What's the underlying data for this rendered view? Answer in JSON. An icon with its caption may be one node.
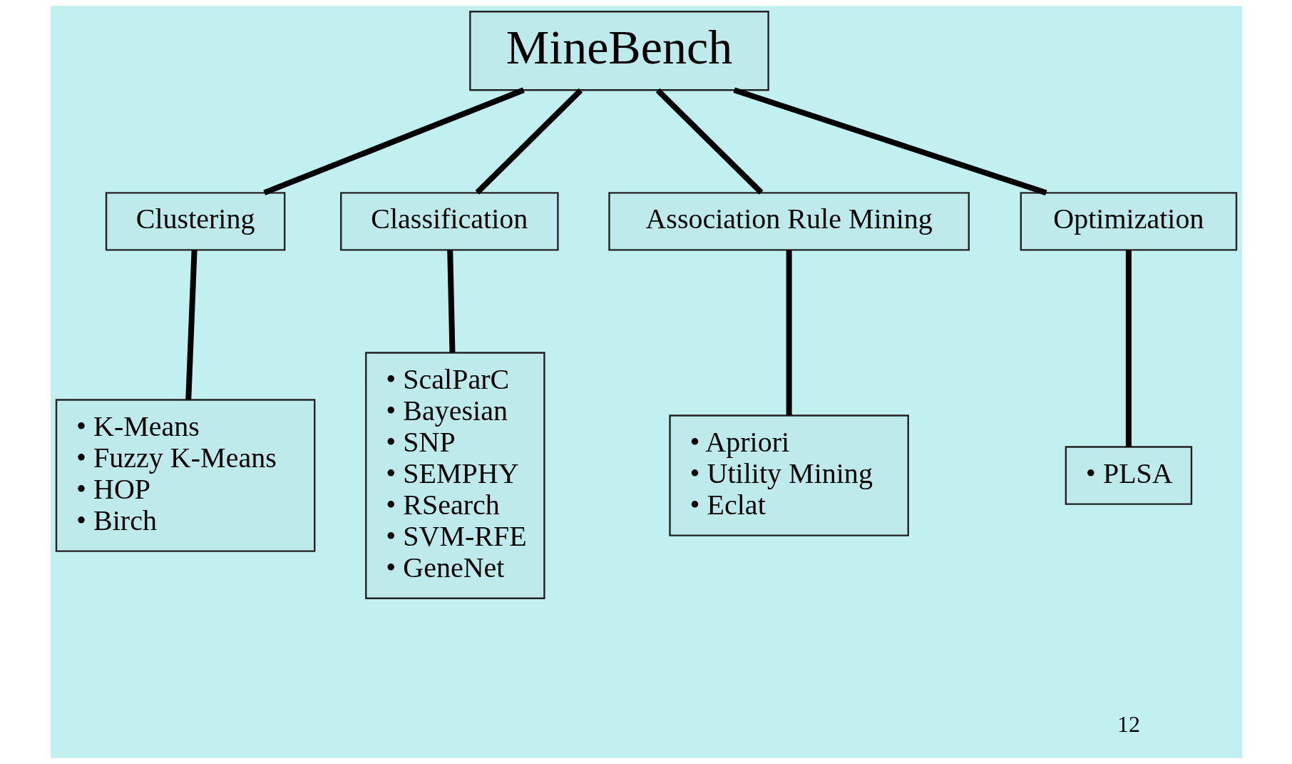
{
  "diagram": {
    "nodes": [
      {
        "text": [
          "MineBench"
        ]
      },
      {
        "text": [
          "Clustering"
        ]
      },
      {
        "text": [
          "Classification"
        ]
      },
      {
        "text": [
          "Association Rule Mining"
        ]
      },
      {
        "text": [
          "Optimization"
        ]
      },
      {
        "text": [
          "• K-Means",
          "• Fuzzy K-Means",
          "• HOP",
          "• Birch"
        ]
      },
      {
        "text": [
          "• ScalParC",
          "• Bayesian",
          "• SNP",
          "• SEMPHY",
          "• RSearch",
          "• SVM-RFE",
          "• GeneNet"
        ]
      },
      {
        "text": [
          "• Apriori",
          "• Utility Mining",
          "• Eclat"
        ]
      },
      {
        "text": [
          "• PLSA"
        ]
      }
    ],
    "edges": [
      {
        "from": 0,
        "to": 1,
        "arrow": "none"
      },
      {
        "from": 0,
        "to": 2,
        "arrow": "none"
      },
      {
        "from": 0,
        "to": 3,
        "arrow": "none"
      },
      {
        "from": 0,
        "to": 4,
        "arrow": "none"
      },
      {
        "from": 1,
        "to": 5,
        "arrow": "none"
      },
      {
        "from": 2,
        "to": 6,
        "arrow": "none"
      },
      {
        "from": 3,
        "to": 7,
        "arrow": "none"
      },
      {
        "from": 4,
        "to": 8,
        "arrow": "none"
      }
    ],
    "labels": [
      "12"
    ]
  }
}
